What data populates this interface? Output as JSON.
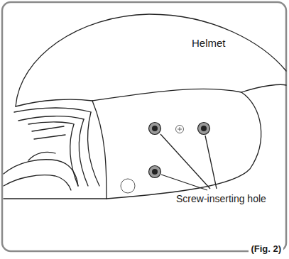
{
  "diagram": {
    "caption": "(Fig. 2)",
    "labels": [
      "Helmet",
      "Screw-inserting hole"
    ]
  }
}
